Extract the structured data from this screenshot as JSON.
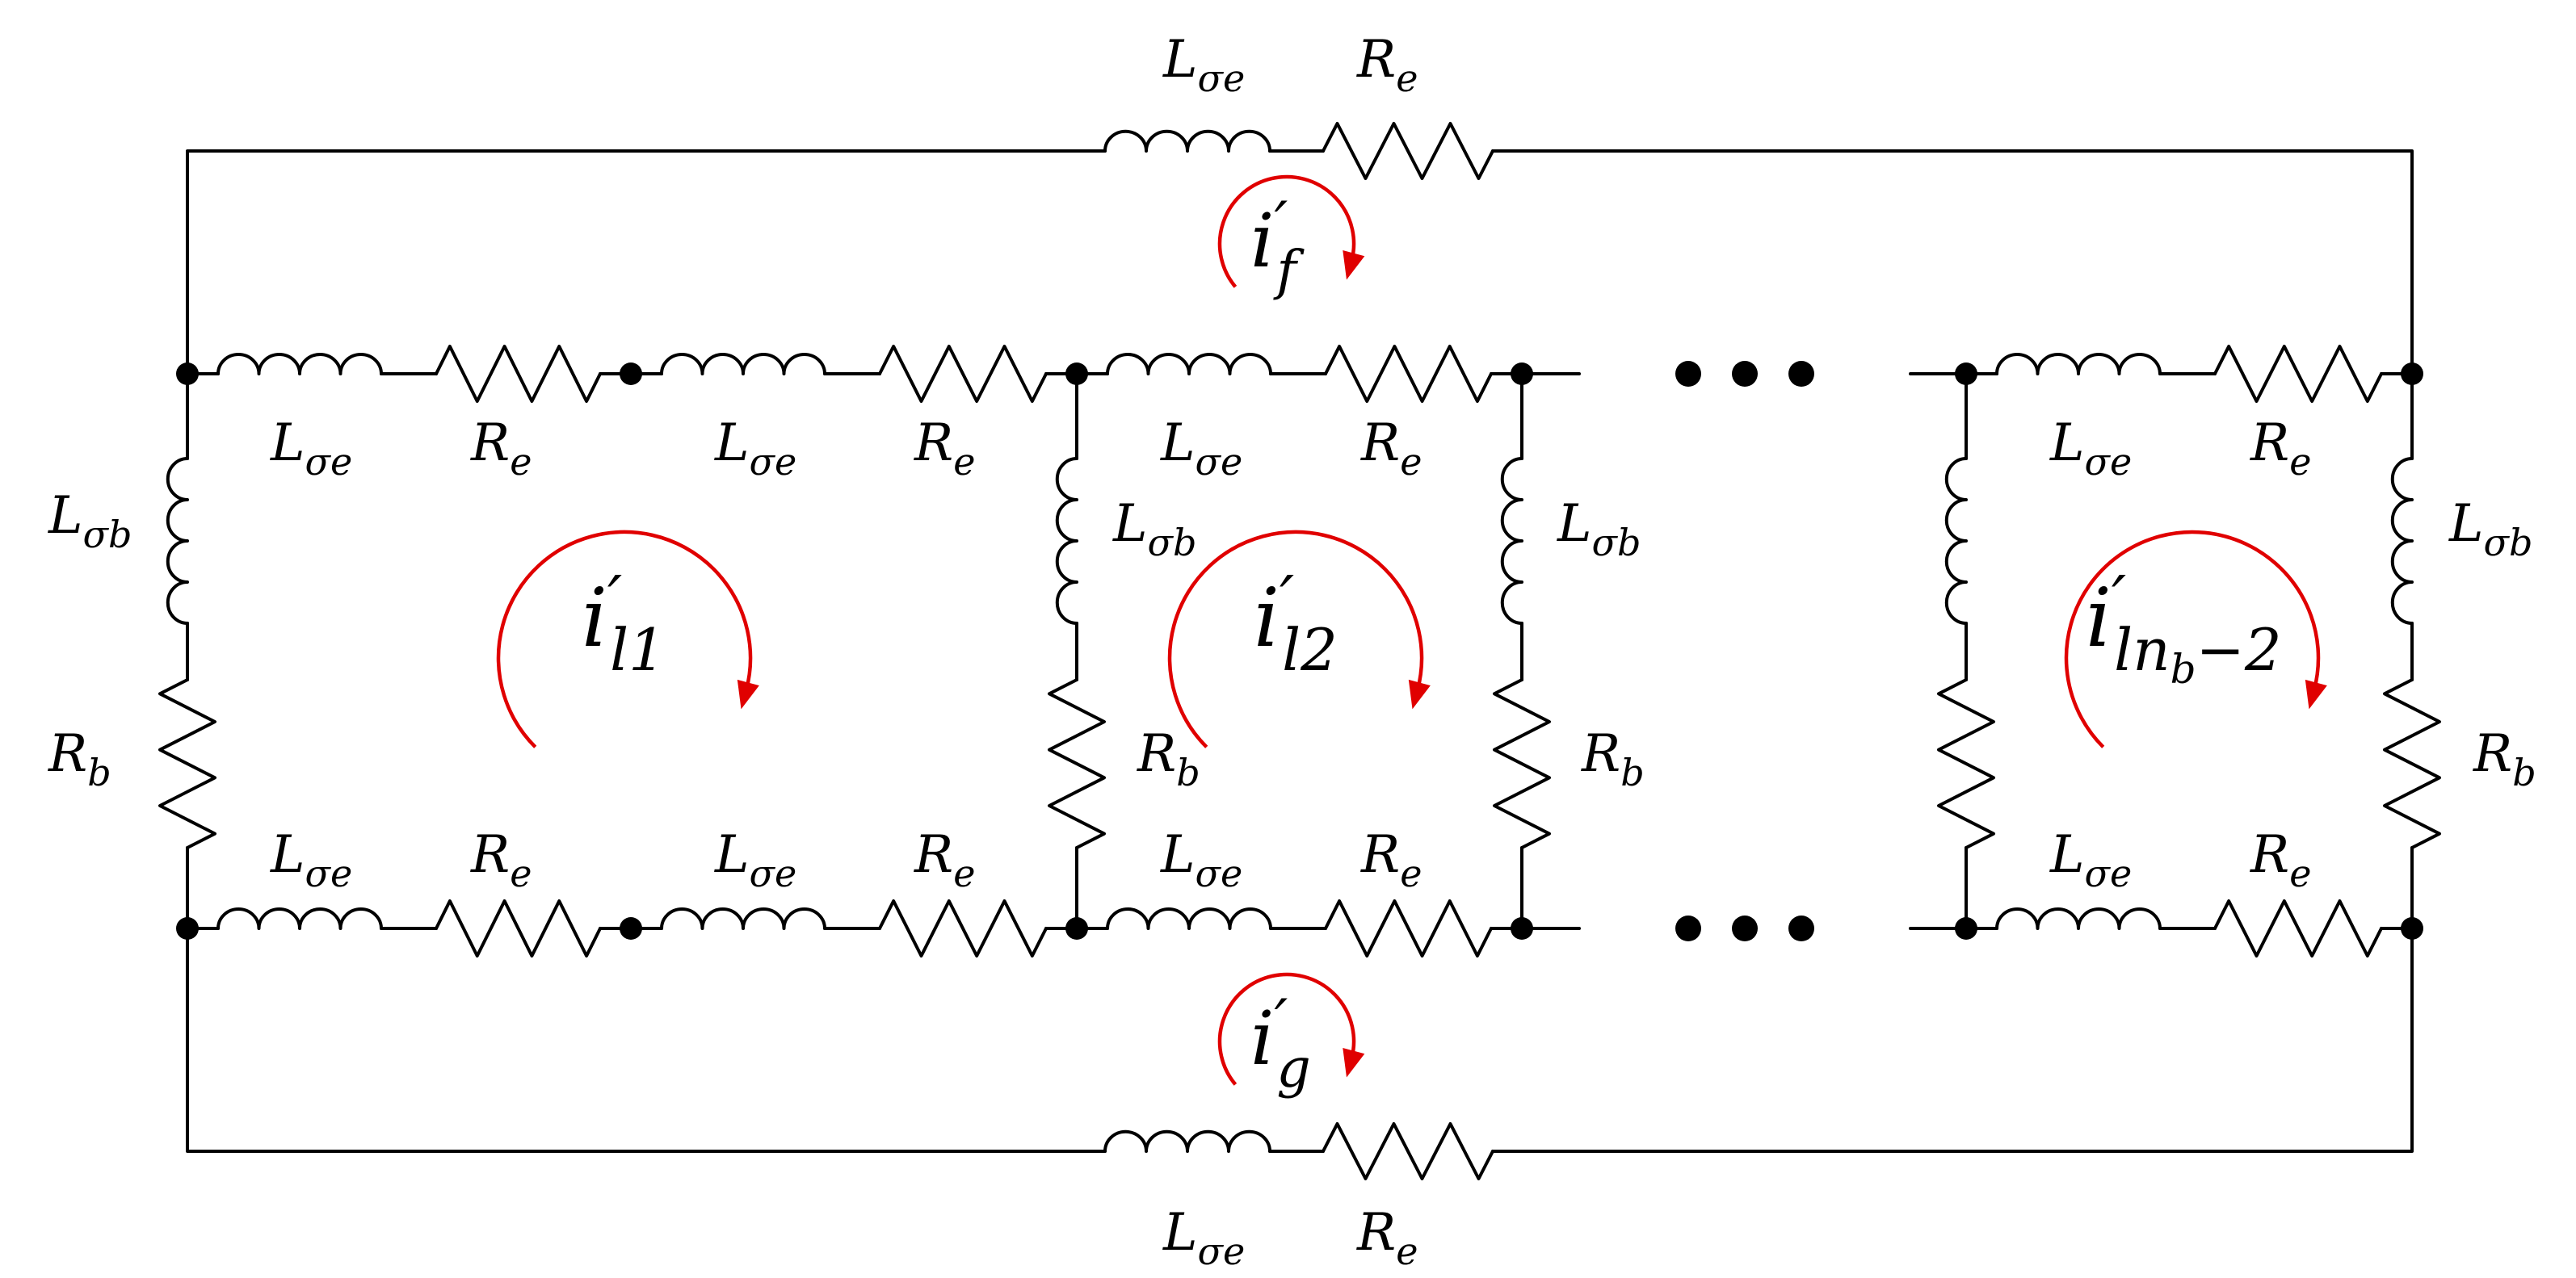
{
  "labels": {
    "L_se": {
      "base": "L",
      "sub": "σe"
    },
    "R_e": {
      "base": "R",
      "sub": "e"
    },
    "L_sb": {
      "base": "L",
      "sub": "σb"
    },
    "R_b": {
      "base": "R",
      "sub": "b"
    }
  },
  "currents": {
    "f": {
      "base": "i",
      "prime": "′",
      "sub": "f"
    },
    "g": {
      "base": "i",
      "prime": "′",
      "sub": "g"
    },
    "l1": {
      "base": "i",
      "prime": "′",
      "sub": "l1"
    },
    "l2": {
      "base": "i",
      "prime": "′",
      "sub": "l2"
    },
    "ln": {
      "base": "i",
      "prime": "′",
      "sub": "l",
      "sub2": "n",
      "sub3": "b",
      "sub4": "−2"
    }
  },
  "colors": {
    "wire": "#000000",
    "current_loop": "#e00000"
  }
}
